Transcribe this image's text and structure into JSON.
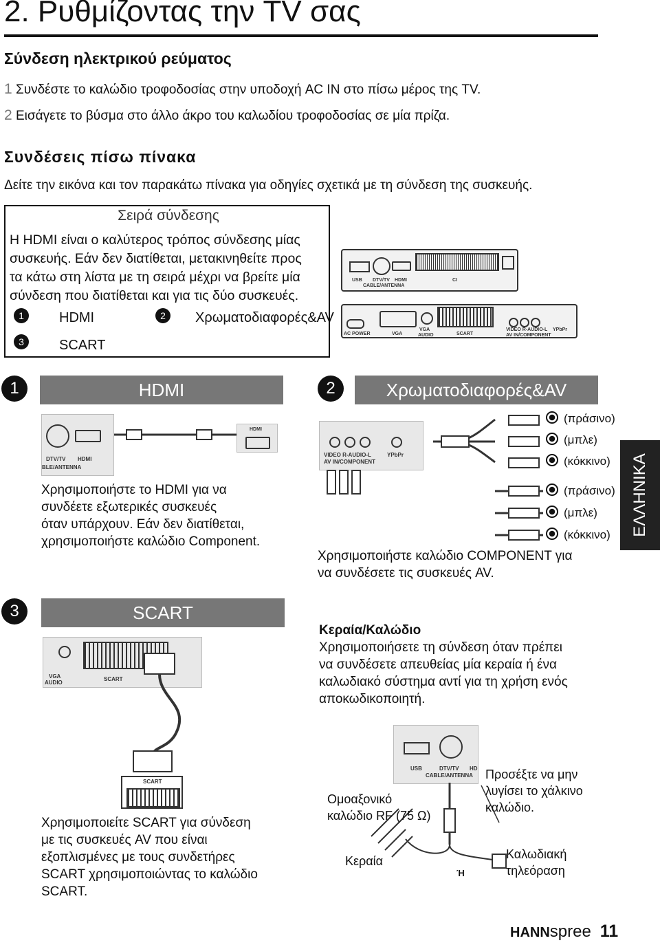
{
  "page_title": "2. Ρυθμίζοντας την TV σας",
  "power": {
    "heading": "Σύνδεση ηλεκτρικού ρεύματος",
    "steps": [
      {
        "n": "1",
        "text": "Συνδέστε το καλώδιο τροφοδοσίας στην υποδοχή AC IN στο πίσω μέρος της TV."
      },
      {
        "n": "2",
        "text": "Εισάγετε το βύσμα στο άλλο άκρο του καλωδίου τροφοδοσίας σε μία πρίζα."
      }
    ]
  },
  "rear": {
    "heading": "Συνδέσεις πίσω πίνακα",
    "text": "Δείτε την εικόνα και τον παρακάτω πίνακα για οδηγίες σχετικά με τη σύνδεση της συσκευής."
  },
  "order_box": {
    "title": "Σειρά σύνδεσης",
    "lines": [
      "Η HDMI είναι ο καλύτερος τρόπος σύνδεσης μίας",
      "συσκευής. Εάν δεν διατίθεται, μετακινηθείτε προς",
      "τα κάτω στη λίστα με τη σειρά μέχρι να βρείτε μία",
      "σύνδεση που διατίθεται και για τις δύο συσκευές."
    ],
    "items": [
      {
        "n": "1",
        "label": "HDMI"
      },
      {
        "n": "2",
        "label": "Χρωματοδιαφορές&AV"
      },
      {
        "n": "3",
        "label": "SCART"
      }
    ]
  },
  "panel_labels": {
    "usb": "USB",
    "dtv": "DTV/TV",
    "cable": "CABLE/ANTENNA",
    "hdmi": "HDMI",
    "ci": "CI",
    "ac_power": "AC POWER",
    "vga": "VGA",
    "vga_audio_1": "VGA",
    "vga_audio_2": "AUDIO",
    "scart": "SCART",
    "video_audio": "VIDEO R-AUDIO-L",
    "av_component": "AV IN/COMPONENT",
    "ypbpr": "YPbPr"
  },
  "hdmi_section": {
    "n": "1",
    "banner": "HDMI",
    "port_labels": {
      "dtv": "DTV/TV",
      "hdmi": "HDMI",
      "cable": "BLE/ANTENNA",
      "device_hdmi": "HDMI"
    },
    "caption": [
      "Χρησιμοποιήστε το HDMI για να",
      "συνδέετε εξωτερικές συσκευές",
      "όταν υπάρχουν. Εάν δεν διατίθεται,",
      "χρησιμοποιήστε καλώδιο Component."
    ]
  },
  "component_section": {
    "n": "2",
    "banner": "Χρωματοδιαφορές&AV",
    "port_labels": {
      "video": "VIDEO R-AUDIO-L",
      "av": "AV IN/COMPONENT",
      "ypbpr": "YPbPr"
    },
    "colors": [
      "(πράσινο)",
      "(μπλε)",
      "(κόκκινο)",
      "(πράσινο)",
      "(μπλε)",
      "(κόκκινο)"
    ],
    "caption": [
      "Χρησιμοποιήστε καλώδιο COMPONENT για",
      "να συνδέσετε τις συσκευές AV."
    ]
  },
  "scart_section": {
    "n": "3",
    "banner": "SCART",
    "port_labels": {
      "vga": "VGA",
      "audio": "AUDIO",
      "scart": "SCART",
      "plug": "SCART"
    },
    "caption": [
      "Χρησιμοποιείτε SCART για σύνδεση",
      "με τις συσκευές AV που είναι",
      "εξοπλισμένες με τους συνδετήρες",
      "SCART χρησιμοποιώντας το καλώδιο",
      "SCART."
    ]
  },
  "antenna_section": {
    "heading": "Κεραία/Καλώδιο",
    "lines": [
      "Χρησιμοποιήσετε τη σύνδεση όταν πρέπει",
      "να συνδέσετε απευθείας μία κεραία ή ένα",
      "καλωδιακό σύστημα αντί για τη χρήση ενός",
      "αποκωδικοποιητή."
    ],
    "port_labels": {
      "usb": "USB",
      "dtv": "DTV/TV",
      "cable": "CABLE/ANTENNA",
      "hd": "HD"
    },
    "coax": [
      "Ομοαξονικό",
      "καλώδιο RF (75 Ω)"
    ],
    "note": [
      "Προσέξτε να μην",
      "λυγίσει το χάλκινο",
      "καλώδιο."
    ],
    "antenna": "Κεραία",
    "or": "Ή",
    "cable_tv": [
      "Καλωδιακή",
      "τηλεόραση"
    ]
  },
  "side_tab": "ΕΛΛΗΝΙΚΑ",
  "footer": {
    "brand_bold": "HANN",
    "brand_light": "spree",
    "page": "11"
  }
}
